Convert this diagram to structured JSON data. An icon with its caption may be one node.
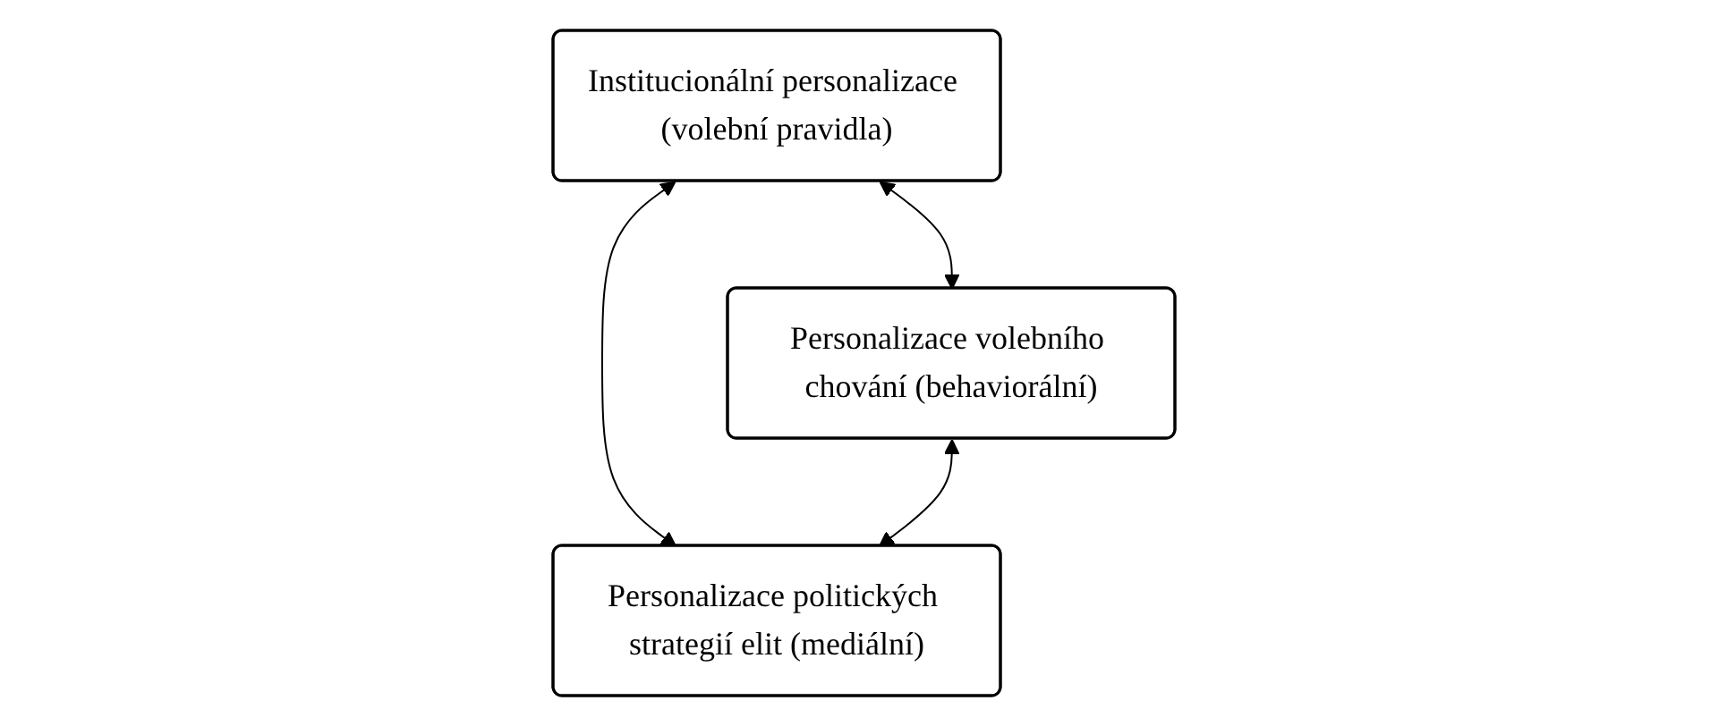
{
  "diagram": {
    "nodes": [
      {
        "text": [
          "Institucionální personalizace (volební pravidla)"
        ]
      },
      {
        "text": [
          "Personalizace volebního chování (behaviorální)"
        ]
      },
      {
        "text": [
          "Personalizace politických strategií elit (mediální)"
        ]
      }
    ],
    "edges": [
      {
        "from": 0,
        "to": 1,
        "arrow": "both"
      },
      {
        "from": 0,
        "to": 2,
        "arrow": "both"
      },
      {
        "from": 1,
        "to": 2,
        "arrow": "both"
      }
    ]
  }
}
